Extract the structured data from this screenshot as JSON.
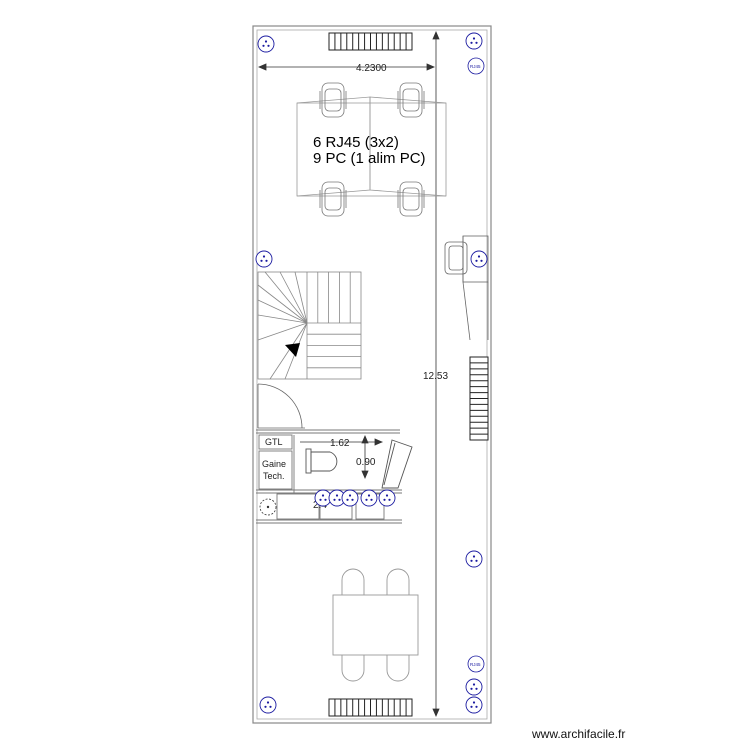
{
  "plan": {
    "note_line1": "6 RJ45 (3x2)",
    "note_line2": "9 PC (1 alim PC)",
    "dim_width": "4.2300",
    "dim_height": "12.53",
    "dim_bath_width": "1.62",
    "dim_bath_depth": "0.90",
    "dim_partial": "2.4",
    "gtl_label": "GTL",
    "gaine_label_1": "Gaine",
    "gaine_label_2": "Tech.",
    "rj45_tag": "RJ45"
  },
  "watermark": "www.archifacile.fr",
  "colors": {
    "outlet_blue": "#1a1aa0",
    "wall": "#888888",
    "line": "#333333"
  }
}
